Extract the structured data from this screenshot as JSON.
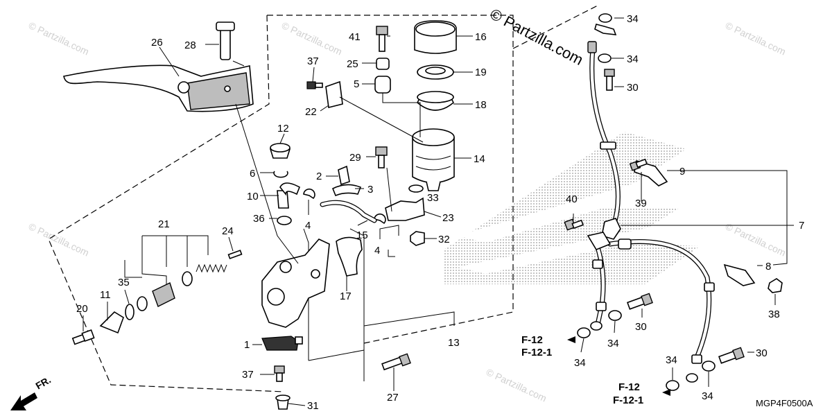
{
  "diagram": {
    "watermark_main": "© Partzilla.com",
    "watermark_faint": "© Partzilla.com",
    "figure_code": "MGP4F0500A",
    "front_label": "FR.",
    "brand_background": "HONDA"
  },
  "callouts": {
    "c1": "1",
    "c2": "2",
    "c3": "3",
    "c4a": "4",
    "c4b": "4",
    "c5": "5",
    "c6": "6",
    "c7": "7",
    "c8": "8",
    "c9": "9",
    "c10": "10",
    "c11": "11",
    "c12": "12",
    "c13": "13",
    "c14": "14",
    "c15": "15",
    "c16": "16",
    "c17": "17",
    "c18": "18",
    "c19": "19",
    "c20": "20",
    "c21": "21",
    "c22": "22",
    "c23": "23",
    "c24": "24",
    "c25": "25",
    "c26": "26",
    "c27": "27",
    "c28": "28",
    "c29": "29",
    "c30a": "30",
    "c30b": "30",
    "c30c": "30",
    "c31": "31",
    "c32": "32",
    "c33": "33",
    "c34a": "34",
    "c34b": "34",
    "c34c": "34",
    "c34d": "34",
    "c34e": "34",
    "c34f": "34",
    "c35": "35",
    "c36": "36",
    "c37a": "37",
    "c37b": "37",
    "c38": "38",
    "c39": "39",
    "c40": "40",
    "c41": "41"
  },
  "references": {
    "ref1_line1": "F-12",
    "ref1_line2": "F-12-1",
    "ref2_line1": "F-12",
    "ref2_line2": "F-12-1"
  },
  "colors": {
    "ink": "#000000",
    "watermark": "#d0d0d0",
    "background": "#ffffff",
    "brand_dots": "#9a9a9a"
  },
  "icons": {
    "front_arrow": "front-direction-arrow-icon"
  }
}
